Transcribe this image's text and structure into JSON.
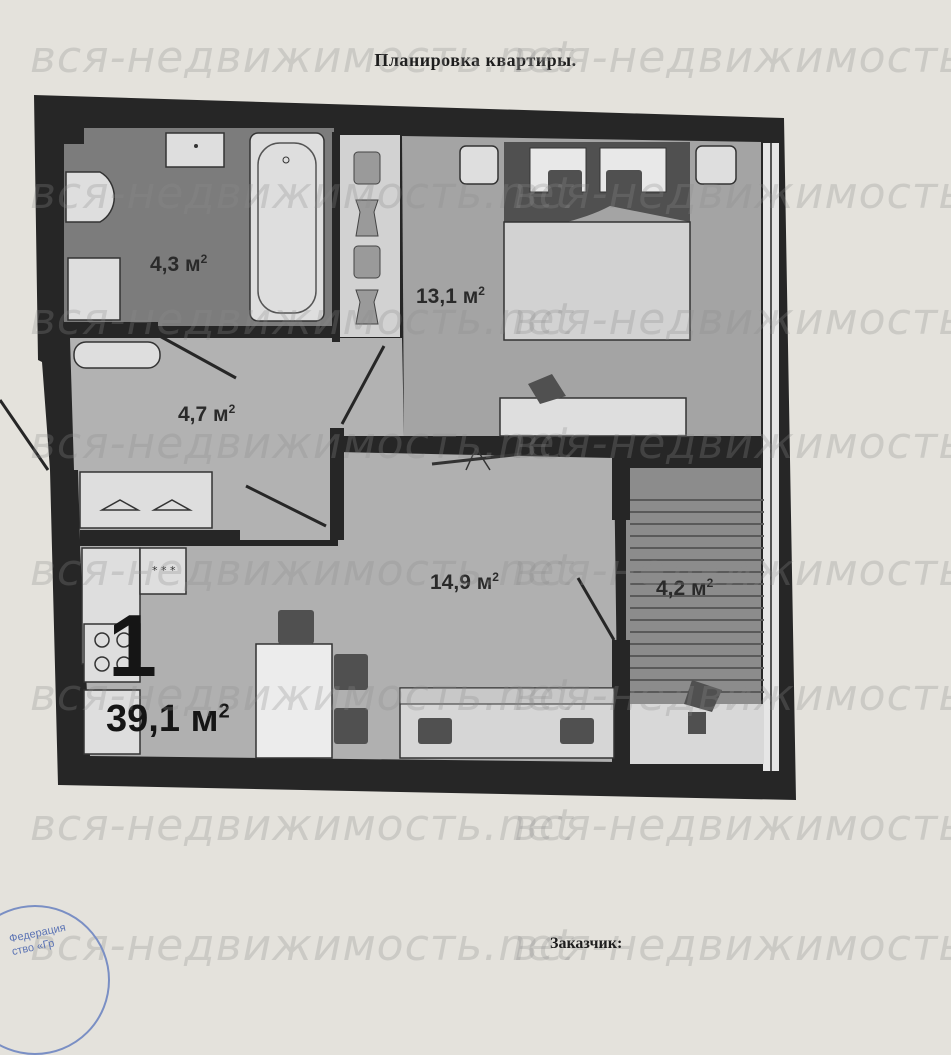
{
  "document": {
    "title": "Планировка  квартиры.",
    "footer_label": "Заказчик:"
  },
  "plan": {
    "rooms": [
      {
        "name": "bathroom",
        "area": "4,3 м",
        "unit_sup": "2"
      },
      {
        "name": "bedroom",
        "area": "13,1 м",
        "unit_sup": "2"
      },
      {
        "name": "hallway",
        "area": "4,7 м",
        "unit_sup": "2"
      },
      {
        "name": "kitchen-living",
        "area": "14,9 м",
        "unit_sup": "2"
      },
      {
        "name": "loggia",
        "area": "4,2 м",
        "unit_sup": "2"
      }
    ],
    "room_count": "1",
    "total_area": "39,1 м",
    "total_unit_sup": "2",
    "stove_marks": "* * *"
  },
  "watermark": {
    "text": "вся-недвижимость.net"
  },
  "stamp": {
    "text_line1": "Федерация",
    "text_line2": "ство «Гр"
  },
  "colors": {
    "wall": "#262626",
    "floor_dark": "#7c7c7c",
    "floor_mid": "#a4a4a4",
    "floor_light": "#b2b2b2",
    "fixture": "#dedede",
    "paper": "#e4e2dc",
    "stamp": "#5b73b4"
  }
}
